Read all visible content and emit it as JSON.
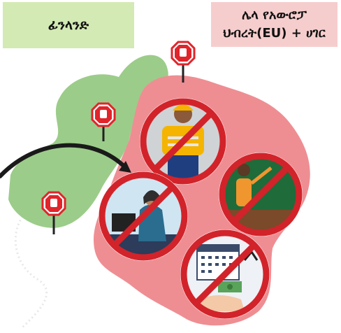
{
  "labels": {
    "left": "ፊንላንድ",
    "right_line1": "ሌላ የአውሮፓ",
    "right_line2": "ህብረት(EU) + ሀገር"
  },
  "colors": {
    "finland_region": "#9ccc8a",
    "eu_region": "#ee8e93",
    "prohibition_red": "#d2232a",
    "stop_sign": "#e0252b"
  },
  "icons": {
    "stop_signs": [
      "stop-hand-sign",
      "stop-hand-sign",
      "stop-hand-sign"
    ],
    "prohibited_items": [
      "construction-worker",
      "teacher",
      "office-worker",
      "calendar-money"
    ]
  }
}
